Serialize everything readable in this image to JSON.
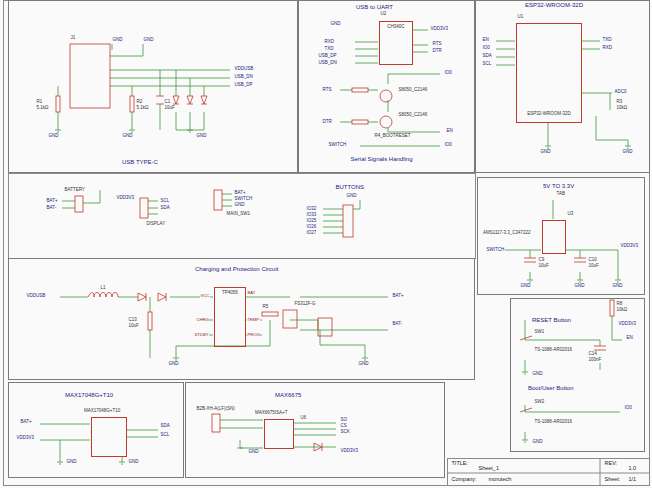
{
  "diagram": {
    "nodes": [
      {
        "text": [
          "USB TYPE-C"
        ]
      },
      {
        "text": [
          "USB to UART"
        ]
      },
      {
        "text": [
          "CH340C"
        ],
        "in": 1
      },
      {
        "text": [
          "ESP32-WROOM-32D"
        ]
      },
      {
        "text": [
          "ESP32-WROOM-32D"
        ],
        "in": 3
      },
      {
        "text": [
          "5V TO 3.3V"
        ]
      },
      {
        "text": [
          "AMS1117-3.3_C347222"
        ],
        "in": 5
      },
      {
        "text": [
          "Charging and Protection Circuit"
        ]
      },
      {
        "text": [
          "TP4056"
        ],
        "in": 7
      },
      {
        "text": [
          "RESET Button",
          "Boot/User Button"
        ]
      },
      {
        "text": [
          "MAX17048G+T10"
        ]
      },
      {
        "text": [
          "MAX17048G+T10"
        ],
        "in": 10
      },
      {
        "text": [
          "MAX6675"
        ]
      },
      {
        "text": [
          "MAX6675ISA+T"
        ],
        "in": 12
      }
    ],
    "labels": [
      "J1",
      "GND",
      "GND",
      "VDDUSB",
      "USB_DN",
      "USB_DP",
      "R1",
      "5.1kΩ",
      "R2",
      "5.1kΩ",
      "C1",
      "10uF",
      "GND",
      "GND",
      "GND",
      "U2",
      "GND",
      "VDD3V3",
      "RXD",
      "TXD",
      "USB_DP",
      "USB_DN",
      "RTS",
      "DTR",
      "IO0",
      "RTS",
      "S8050_C2146",
      "DTR",
      "S8050_C2146",
      "R4_BOOTRESET",
      "EN",
      "SWITCH",
      "IO0",
      "Serial Signals Handling",
      "U1",
      "EN",
      "IO0",
      "SDA",
      "SCL",
      "TXD",
      "RXD",
      "ADC0",
      "R3",
      "10kΩ",
      "GND",
      "GND",
      "BATTERY",
      "BAT+",
      "BAT-",
      "VDD3V3",
      "SCL",
      "SDA",
      "DISPLAY",
      "BAT+",
      "SWITCH",
      "GND",
      "MAIN_SW1",
      "BUTTONS",
      "IO32",
      "IO33",
      "IO25",
      "IO26",
      "IO27",
      "GND",
      "TAB",
      "U3",
      "SWITCH",
      "VDD3V3",
      "C9",
      "10uF",
      "C10",
      "10uF",
      "GND",
      "GND",
      "GND",
      "VDDUSB",
      "L1",
      "C13",
      "10uF",
      "VCC",
      "CHRG",
      "STDBY",
      "BAT",
      "TEMP",
      "PROG",
      "FS312F-G",
      "BAT+",
      "BAT-",
      "R5",
      "GND",
      "GND",
      "R8",
      "10kΩ",
      "VDD3V3",
      "EN",
      "C14",
      "100nF",
      "SW1",
      "TS-1088-AR02016",
      "GND",
      "IO0",
      "SW2",
      "TS-1088-AR02016",
      "GND",
      "BAT+",
      "VDD3V3",
      "SDA",
      "SCL",
      "GND",
      "GND",
      "B2B-XH-A(LF)(SN)",
      "SO",
      "CS",
      "SCK",
      "VDD3V3",
      "GND",
      "U6",
      "TITLE:",
      "Sheet_1",
      "REV:",
      "1.0",
      "Company:",
      "morutech",
      "Sheet:",
      "1/1"
    ]
  }
}
